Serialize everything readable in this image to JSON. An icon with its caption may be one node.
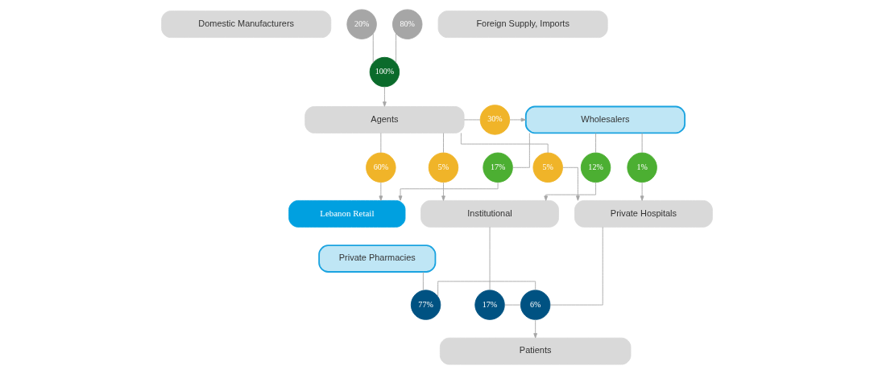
{
  "diagram": {
    "nodes": [
      {
        "text": [
          "Domestic Manufacturers"
        ]
      },
      {
        "text": [
          "20%"
        ]
      },
      {
        "text": [
          "80%"
        ]
      },
      {
        "text": [
          "Foreign Supply, Imports"
        ]
      },
      {
        "text": [
          "100%"
        ]
      },
      {
        "text": [
          "Wholesalers"
        ]
      },
      {
        "text": [
          "30%"
        ]
      },
      {
        "text": [
          "Agents"
        ]
      },
      {
        "text": [
          "60%"
        ]
      },
      {
        "text": [
          "5%"
        ]
      },
      {
        "text": [
          "5%"
        ]
      },
      {
        "text": [
          "17%"
        ]
      },
      {
        "text": [
          "1%"
        ]
      },
      {
        "text": [
          "12%"
        ]
      },
      {
        "text": [
          "Lebanon Retail"
        ]
      },
      {
        "text": [
          "Private Pharmacies"
        ]
      },
      {
        "text": [
          "Private Hospitals"
        ]
      },
      {
        "text": [
          "Institutional"
        ]
      },
      {
        "text": [
          "77%"
        ]
      },
      {
        "text": [
          "6%"
        ]
      },
      {
        "text": [
          "17%"
        ]
      },
      {
        "text": [
          "Patients"
        ]
      }
    ],
    "edges": [
      {
        "from": 1,
        "to": 4,
        "arrow": "none"
      },
      {
        "from": 2,
        "to": 4,
        "arrow": "none"
      },
      {
        "from": 4,
        "to": 7,
        "arrow": "to"
      },
      {
        "from": 7,
        "to": 6,
        "arrow": "none"
      },
      {
        "from": 6,
        "to": 5,
        "arrow": "to"
      },
      {
        "from": 7,
        "to": 8,
        "arrow": "none"
      },
      {
        "from": 7,
        "to": 9,
        "arrow": "none"
      },
      {
        "from": 7,
        "to": 10,
        "arrow": "none"
      },
      {
        "from": 5,
        "to": 11,
        "arrow": "none"
      },
      {
        "from": 5,
        "to": 12,
        "arrow": "none"
      },
      {
        "from": 5,
        "to": 13,
        "arrow": "none"
      },
      {
        "from": 11,
        "to": 14,
        "arrow": "to"
      },
      {
        "from": 8,
        "to": 14,
        "arrow": "to"
      },
      {
        "from": 12,
        "to": 16,
        "arrow": "to"
      },
      {
        "from": 9,
        "to": 16,
        "arrow": "to"
      },
      {
        "from": 13,
        "to": 17,
        "arrow": "to"
      },
      {
        "from": 10,
        "to": 17,
        "arrow": "to"
      },
      {
        "from": 15,
        "to": 18,
        "arrow": "none"
      },
      {
        "from": 16,
        "to": 19,
        "arrow": "none"
      },
      {
        "from": 17,
        "to": 20,
        "arrow": "none"
      },
      {
        "from": 18,
        "to": 19,
        "arrow": "none"
      },
      {
        "from": 20,
        "to": 19,
        "arrow": "none"
      },
      {
        "from": 19,
        "to": 21,
        "arrow": "to"
      }
    ]
  }
}
